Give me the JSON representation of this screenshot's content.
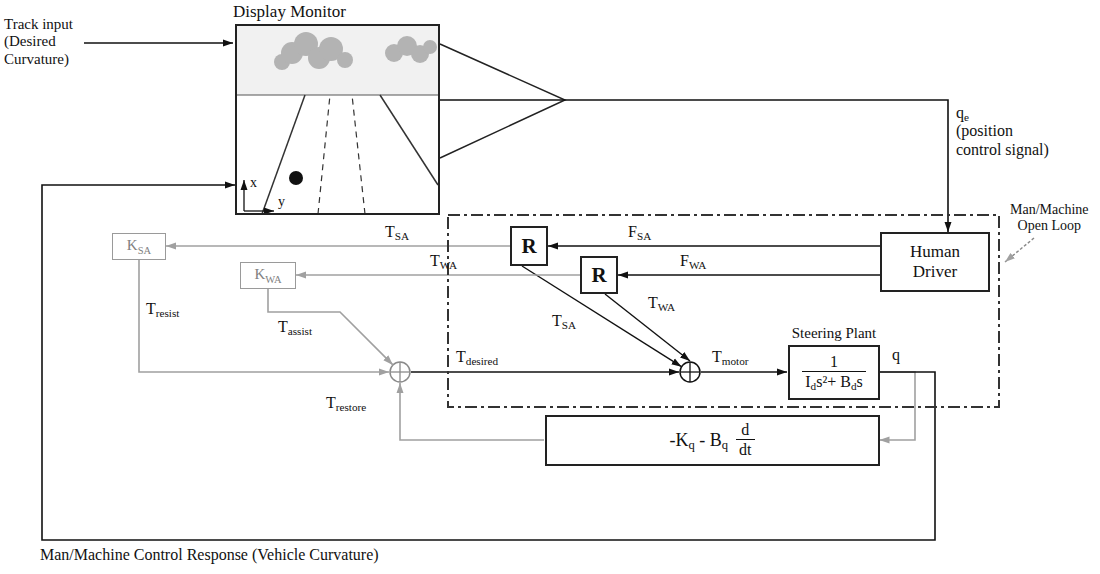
{
  "diagram": {
    "nodes": [
      {
        "text": [
          "Display Monitor"
        ]
      },
      {
        "text": [
          "Man/Machine Open Loop"
        ]
      },
      {
        "text": [
          "R"
        ],
        "in": 1
      },
      {
        "text": [
          "Human Driver"
        ],
        "in": 1
      },
      {
        "text": [
          "KSA"
        ]
      },
      {
        "text": [
          "R"
        ],
        "in": 1
      },
      {
        "text": [
          "KWA"
        ]
      },
      {
        "text": [
          "Steering Plant",
          "1",
          "Ids²+ Bds"
        ],
        "in": 1
      },
      {
        "text": [
          "-Kq - Bq",
          "d",
          "dt"
        ]
      }
    ],
    "edges": [
      {
        "from": 3,
        "to": 2,
        "arrow": "to",
        "label": "FSA"
      },
      {
        "from": 3,
        "to": 5,
        "arrow": "to",
        "label": "FWA"
      },
      {
        "from": 2,
        "to": 4,
        "arrow": "to",
        "label": "TSA"
      },
      {
        "from": 5,
        "to": 6,
        "arrow": "to",
        "label": "TWA"
      },
      {
        "from": 7,
        "to": 8,
        "arrow": "to"
      },
      {
        "from": 7,
        "to": 0,
        "arrow": "to",
        "label": "Man/Machine Control Response (Vehicle Curvature)"
      },
      {
        "from": 0,
        "to": 3,
        "arrow": "to",
        "label": "qe (position control signal)"
      }
    ],
    "labels": [
      "Track input (Desired Curvature)",
      "x",
      "y",
      "TSA",
      "TWA",
      "Tresist",
      "Tassist",
      "Tdesired",
      "Tmotor",
      "q",
      "Trestore"
    ]
  }
}
